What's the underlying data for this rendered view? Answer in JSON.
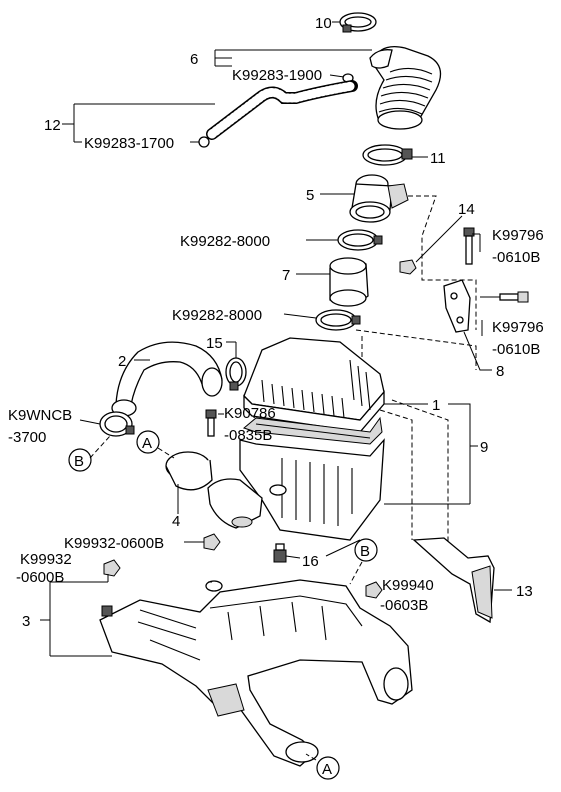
{
  "labels": {
    "n10": "10",
    "n6": "6",
    "pn_1900": "K99283-1900",
    "n12": "12",
    "pn_1700": "K99283-1700",
    "n11": "11",
    "n5": "5",
    "n14": "14",
    "pn_8000_a": "K99282-8000",
    "pn_k99796_a1": "K99796",
    "pn_k99796_a2": "-0610B",
    "n7": "7",
    "pn_8000_b": "K99282-8000",
    "pn_k99796_b1": "K99796",
    "pn_k99796_b2": "-0610B",
    "n15": "15",
    "n2": "2",
    "n8": "8",
    "n1": "1",
    "pn_k9wncb1": "K9WNCB",
    "pn_k9wncb2": "-3700",
    "pn_k90786_1": "K90786",
    "pn_k90786_2": "-0835B",
    "n9": "9",
    "circ_b1": "B",
    "circ_a1": "A",
    "n4": "4",
    "pn_0600b": "K99932-0600B",
    "n16": "16",
    "pn_k99932_1": "K99932",
    "pn_k99932_2": "-0600B",
    "circ_b2": "B",
    "pn_k99940_1": "K99940",
    "pn_k99940_2": "-0603B",
    "n13": "13",
    "n3": "3",
    "circ_a2": "A"
  },
  "icons": {
    "clamp": "hose-clamp-icon",
    "bolt": "bolt-icon",
    "nut": "nut-icon"
  }
}
